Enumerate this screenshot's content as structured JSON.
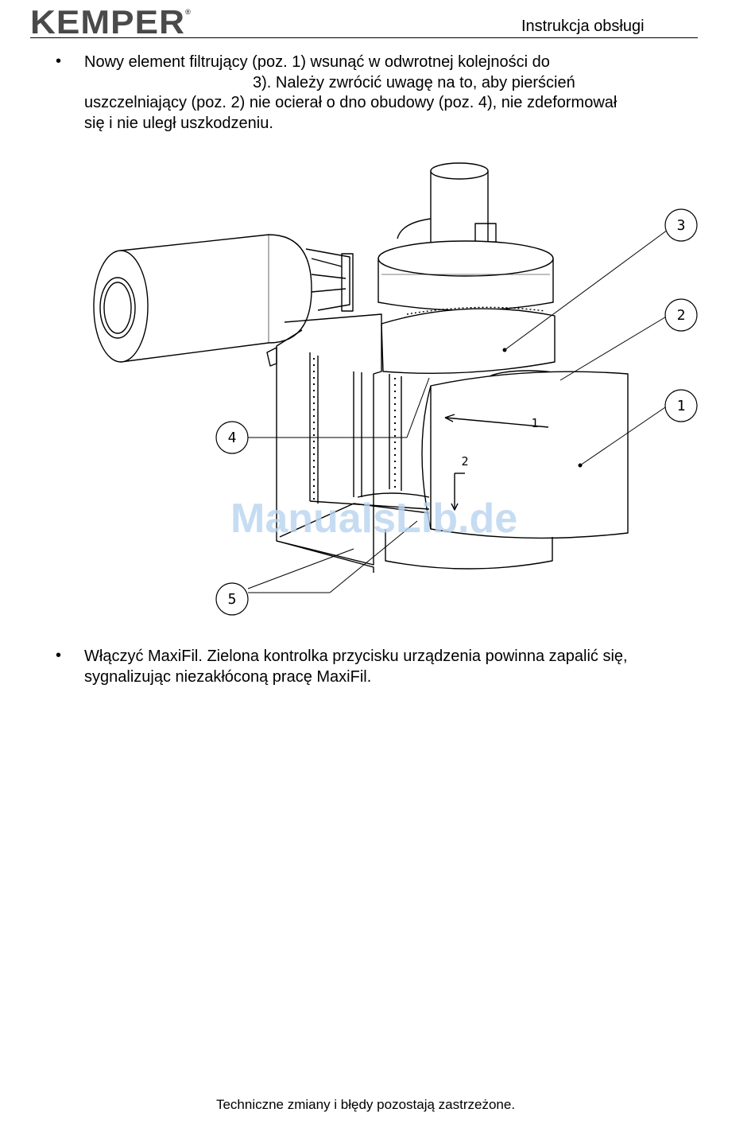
{
  "header": {
    "logo": "KEMPER",
    "logo_mark": "®",
    "title": "Instrukcja obsługi"
  },
  "content": {
    "bullet_glyph": "•",
    "para1": {
      "line1": "Nowy element filtrujący (poz. 1) wsunąć w odwrotnej kolejności do",
      "line2": "3). Należy zwrócić uwagę na to, aby pierścień",
      "line3": "uszczelniający (poz. 2) nie ocierał o dno obudowy (poz. 4), nie zdeformował",
      "line4": "się i nie uległ uszkodzeniu."
    },
    "para2": {
      "line1": "Włączyć MaxiFil. Zielona kontrolka przycisku urządzenia powinna zapalić się,",
      "line2": "sygnalizując niezakłóconą pracę MaxiFil."
    }
  },
  "figure": {
    "callouts": [
      "3",
      "2",
      "1",
      "4",
      "5"
    ],
    "inline_labels": [
      "1",
      "2"
    ]
  },
  "watermark": "ManualsLib.de",
  "footer": "Techniczne zmiany i błędy pozostają zastrzeżone."
}
